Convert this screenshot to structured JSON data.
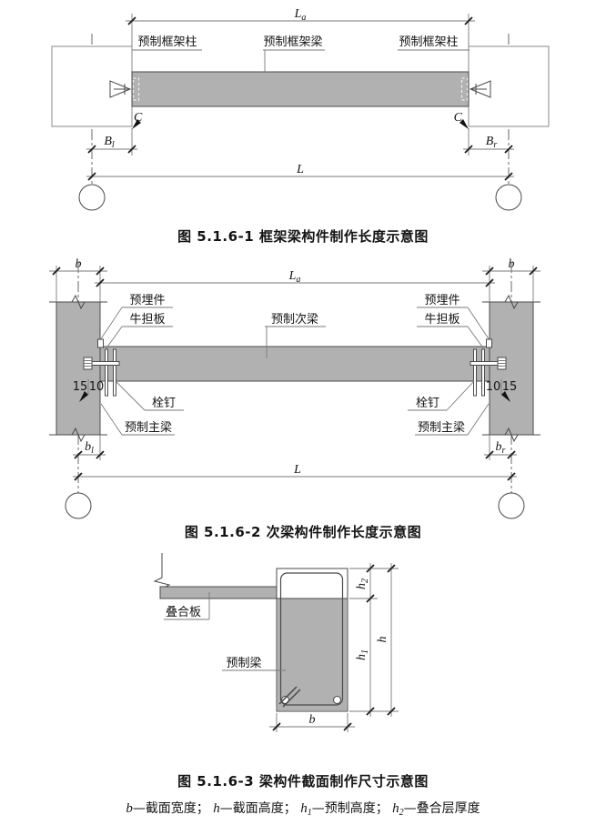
{
  "colors": {
    "background": "#ffffff",
    "concrete_gray": "#b1b1b1",
    "line": "#4a4a4a",
    "text": "#141414"
  },
  "figure1": {
    "caption": "图 5.1.6-1 框架梁构件制作长度示意图",
    "labels": {
      "col_left": "预制框架柱",
      "beam": "预制框架梁",
      "col_right": "预制框架柱",
      "dim_la_main": "L",
      "dim_la_sub": "a",
      "corner_left": "C",
      "corner_right": "C",
      "dim_bl_main": "B",
      "dim_bl_sub": "l",
      "dim_br_main": "B",
      "dim_br_sub": "r",
      "dim_l": "L"
    }
  },
  "figure2": {
    "caption": "图 5.1.6-2 次梁构件制作长度示意图",
    "labels": {
      "b_left": "b",
      "b_right": "b",
      "dim_la_main": "L",
      "dim_la_sub": "a",
      "embed_left": "预埋件",
      "corbel_left": "牛担板",
      "embed_right": "预埋件",
      "corbel_right": "牛担板",
      "secondary_beam": "预制次梁",
      "stud_left": "栓钉",
      "stud_right": "栓钉",
      "num_left_a": "15",
      "num_left_b": "10",
      "num_right_a": "10",
      "num_right_b": "15",
      "main_beam_left": "预制主梁",
      "main_beam_right": "预制主梁",
      "dim_bl_main": "b",
      "dim_bl_sub": "l",
      "dim_br_main": "b",
      "dim_br_sub": "r",
      "dim_l": "L"
    }
  },
  "figure3": {
    "caption": "图 5.1.6-3 梁构件截面制作尺寸示意图",
    "labels": {
      "slab": "叠合板",
      "beam": "预制梁",
      "dim_h2_main": "h",
      "dim_h2_sub": "2",
      "dim_h1_main": "h",
      "dim_h1_sub": "1",
      "dim_h": "h",
      "dim_b": "b"
    }
  },
  "legend": {
    "items": [
      {
        "var": "b",
        "sub": "",
        "desc": "—截面宽度；"
      },
      {
        "var": "h",
        "sub": "",
        "desc": "—截面高度；"
      },
      {
        "var": "h",
        "sub": "1",
        "desc": "—预制高度；"
      },
      {
        "var": "h",
        "sub": "2",
        "desc": "—叠合层厚度"
      }
    ]
  }
}
